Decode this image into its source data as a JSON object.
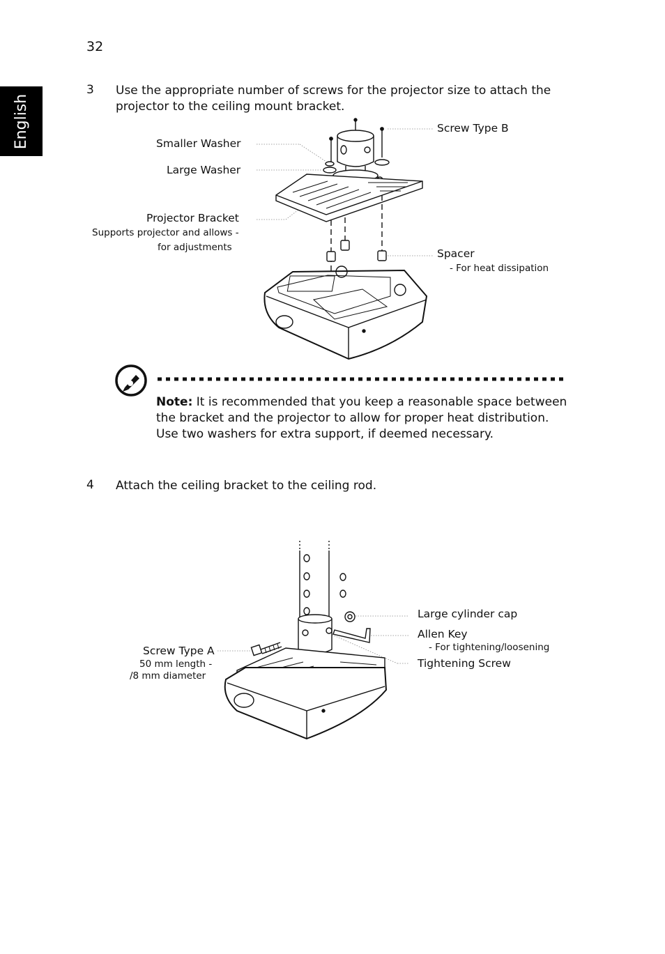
{
  "page": {
    "number": "32",
    "language_tab": "English"
  },
  "steps": [
    {
      "num": "3",
      "text": "Use the appropriate number of screws for the projector size to attach the projector to the ceiling mount bracket."
    },
    {
      "num": "4",
      "text": "Attach the ceiling bracket to the ceiling rod."
    }
  ],
  "figure1": {
    "labels": {
      "smaller_washer": "Smaller Washer",
      "large_washer": "Large Washer",
      "projector_bracket": "Projector Bracket",
      "projector_bracket_desc1": "Supports projector and allows -",
      "projector_bracket_desc2": "for adjustments",
      "screw_type_b": "Screw Type B",
      "spacer": "Spacer",
      "spacer_desc": "- For heat dissipation"
    }
  },
  "note": {
    "icon": "note-pen-icon",
    "heading": "Note:",
    "text": " It is recommended that you keep a reasonable space between the bracket and the projector to allow for proper heat distribution. Use two washers for extra support, if deemed necessary."
  },
  "figure2": {
    "labels": {
      "screw_type_a": "Screw Type A",
      "screw_type_a_desc1": "50 mm length -",
      "screw_type_a_desc2": "/8 mm diameter",
      "large_cylinder_cap": "Large cylinder cap",
      "allen_key": "Allen Key",
      "allen_key_desc": "- For tightening/loosening",
      "tightening_screw": "Tightening Screw"
    }
  }
}
